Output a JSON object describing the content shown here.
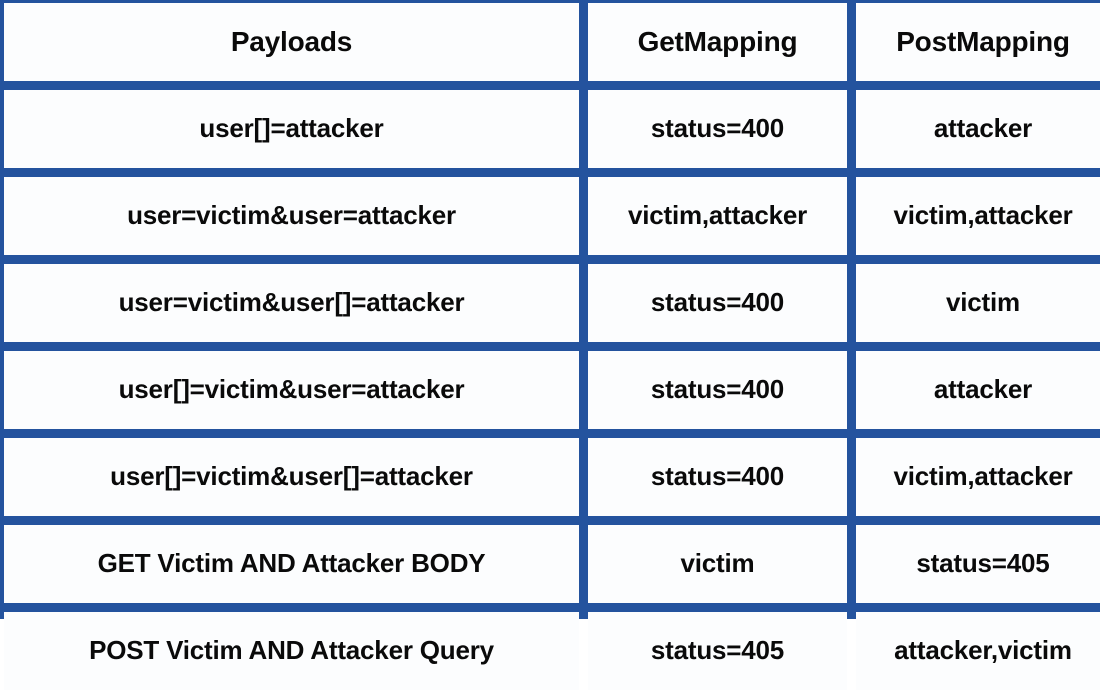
{
  "figure": {
    "name": "payload-mapping-comparison-table",
    "border_color": "#24539E",
    "cell_background": "#FCFDFE",
    "text_color": "#0A0A0A"
  },
  "table": {
    "columns": [
      "Payloads",
      "GetMapping",
      "PostMapping"
    ],
    "rows": [
      {
        "payload": "user[]=attacker",
        "get_mapping": "status=400",
        "post_mapping": "attacker"
      },
      {
        "payload": "user=victim&user=attacker",
        "get_mapping": "victim,attacker",
        "post_mapping": "victim,attacker"
      },
      {
        "payload": "user=victim&user[]=attacker",
        "get_mapping": "status=400",
        "post_mapping": "victim"
      },
      {
        "payload": "user[]=victim&user=attacker",
        "get_mapping": "status=400",
        "post_mapping": "attacker"
      },
      {
        "payload": "user[]=victim&user[]=attacker",
        "get_mapping": "status=400",
        "post_mapping": "victim,attacker"
      },
      {
        "payload": "GET Victim AND Attacker BODY",
        "get_mapping": "victim",
        "post_mapping": "status=405"
      },
      {
        "payload": "POST Victim AND Attacker Query",
        "get_mapping": "status=405",
        "post_mapping": "attacker,victim"
      }
    ]
  }
}
